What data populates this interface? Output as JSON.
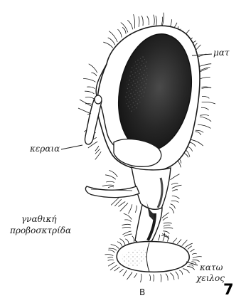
{
  "figure": {
    "number": "7",
    "panel": "B"
  },
  "labels": {
    "eye": "ματ",
    "antenna": "κεραια",
    "palp_line1": "γναθική",
    "palp_line2": "προβοσκτρίδα",
    "labellum_line1": "κατω",
    "labellum_line2": "χειλος"
  },
  "colors": {
    "ink": "#1a1a1a",
    "eye_fill": "#2a2a2a",
    "paper": "#ffffff"
  }
}
